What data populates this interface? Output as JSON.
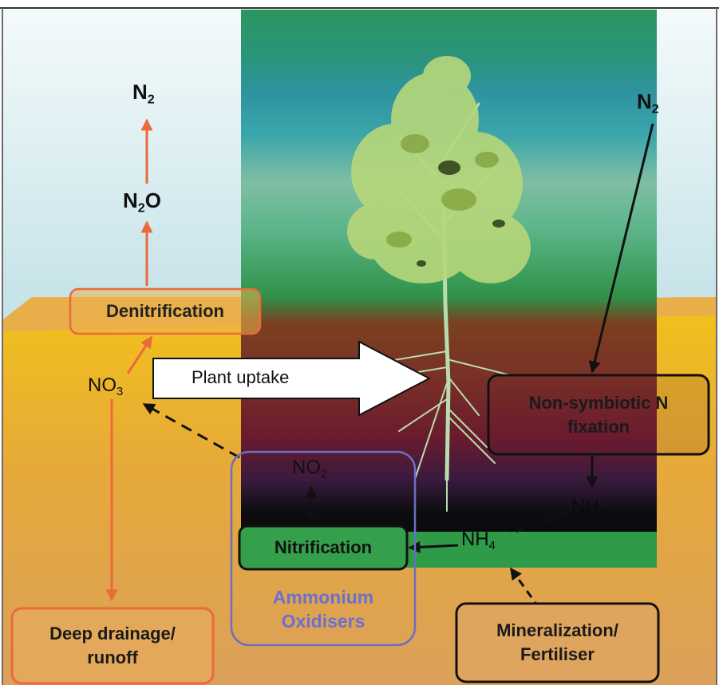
{
  "species": {
    "n2_top": {
      "base": "N",
      "sub": "2"
    },
    "n2o": {
      "pre": "N",
      "sub": "2",
      "post": "O"
    },
    "no3": {
      "base": "NO",
      "sub": "3"
    },
    "no2": {
      "base": "NO",
      "sub": "2"
    },
    "nh4": {
      "base": "NH",
      "sub": "4"
    },
    "nh3": {
      "base": "NH",
      "sub": "3"
    },
    "n2_right": {
      "base": "N",
      "sub": "2"
    }
  },
  "processes": {
    "denitrification": "Denitrification",
    "plant_uptake": "Plant uptake",
    "non_symbiotic": {
      "line1": "Non-symbiotic N",
      "line2": "fixation"
    },
    "nitrification": "Nitrification",
    "ammonium_oxidisers": {
      "line1": "Ammonium",
      "line2": "Oxidisers"
    },
    "deep_drainage": {
      "line1": "Deep drainage/",
      "line2": "runoff"
    },
    "mineralization": {
      "line1": "Mineralization/",
      "line2": "Fertiliser"
    }
  },
  "colors": {
    "loss_pathway": "#ea6a3c",
    "input_pathway": "#111111",
    "oxidiser_box": "#6b6fc2",
    "oxidiser_text": "#6b6fd0",
    "soil": "#e6ac2a",
    "sky": "#d3eaf0"
  }
}
